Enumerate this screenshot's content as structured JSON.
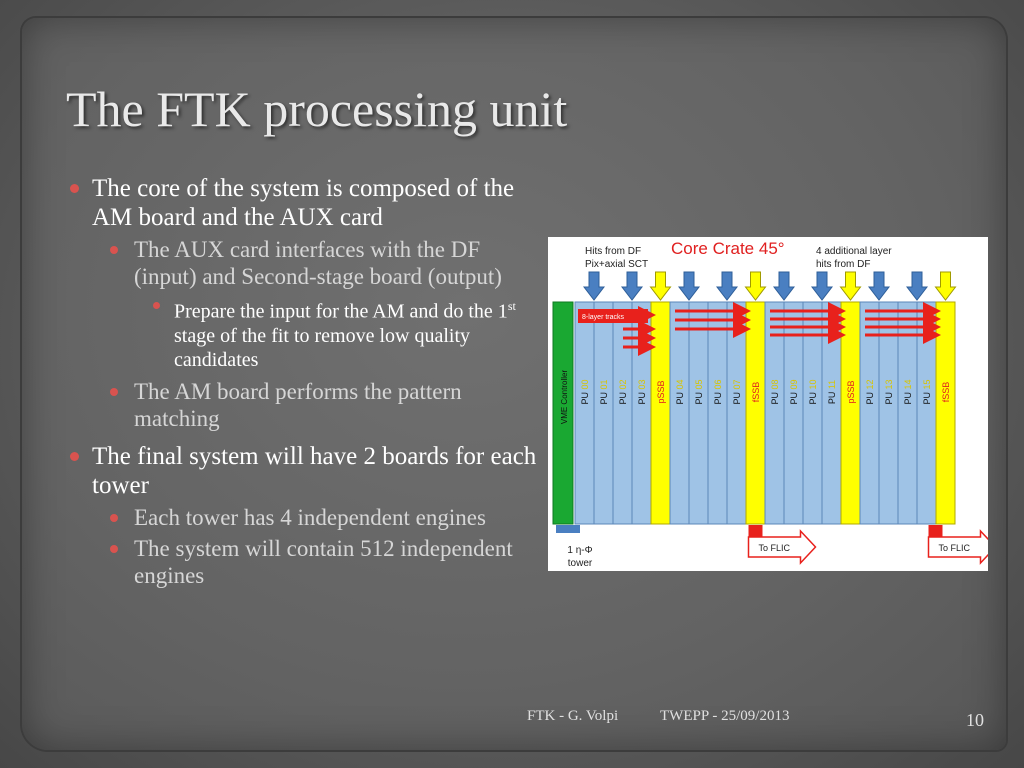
{
  "slide": {
    "title": "The FTK processing unit",
    "bullets": {
      "b1": "The core of the system is composed of the AM board and the AUX card",
      "b1_1": "The AUX card interfaces with the DF (input) and Second-stage board (output)",
      "b1_1_1_pre": "Prepare the input for the AM and do the 1",
      "b1_1_1_sup": "st",
      "b1_1_1_post": " stage of the fit to remove low quality candidates",
      "b1_2": "The AM board performs the pattern matching",
      "b2": "The final system will have 2 boards for each tower",
      "b2_1": "Each tower has 4 independent engines",
      "b2_2": "The system will contain 512 independent engines"
    },
    "footer": {
      "author": "FTK - G. Volpi",
      "conference": "TWEPP - 25/09/2013",
      "page": "10"
    }
  },
  "diagram": {
    "title": "Core Crate 45°",
    "label_hits_df_1": "Hits from DF",
    "label_hits_df_2": "Pix+axial SCT",
    "label_additional_1": "4 additional layer",
    "label_additional_2": "hits from DF",
    "vme_controller": "VME Controller",
    "tracks_label": "8-layer tracks",
    "slots": [
      {
        "type": "PU",
        "label": "PU 00",
        "pre": "PU",
        "num": "00"
      },
      {
        "type": "PU",
        "label": "PU 01",
        "pre": "PU",
        "num": "01"
      },
      {
        "type": "PU",
        "label": "PU 02",
        "pre": "PU",
        "num": "02"
      },
      {
        "type": "PU",
        "label": "PU 03",
        "pre": "PU",
        "num": "03"
      },
      {
        "type": "SSB",
        "label": "pSSB"
      },
      {
        "type": "PU",
        "label": "PU 04",
        "pre": "PU",
        "num": "04"
      },
      {
        "type": "PU",
        "label": "PU 05",
        "pre": "PU",
        "num": "05"
      },
      {
        "type": "PU",
        "label": "PU 06",
        "pre": "PU",
        "num": "06"
      },
      {
        "type": "PU",
        "label": "PU 07",
        "pre": "PU",
        "num": "07"
      },
      {
        "type": "SSB",
        "label": "fSSB"
      },
      {
        "type": "PU",
        "label": "PU 08",
        "pre": "PU",
        "num": "08"
      },
      {
        "type": "PU",
        "label": "PU 09",
        "pre": "PU",
        "num": "09"
      },
      {
        "type": "PU",
        "label": "PU 10",
        "pre": "PU",
        "num": "10"
      },
      {
        "type": "PU",
        "label": "PU 11",
        "pre": "PU",
        "num": "11"
      },
      {
        "type": "SSB",
        "label": "pSSB"
      },
      {
        "type": "PU",
        "label": "PU 12",
        "pre": "PU",
        "num": "12"
      },
      {
        "type": "PU",
        "label": "PU 13",
        "pre": "PU",
        "num": "13"
      },
      {
        "type": "PU",
        "label": "PU 14",
        "pre": "PU",
        "num": "14"
      },
      {
        "type": "PU",
        "label": "PU 15",
        "pre": "PU",
        "num": "15"
      },
      {
        "type": "SSB",
        "label": "fSSB"
      }
    ],
    "tower_label_1": "1 η-Φ",
    "tower_label_2": "tower",
    "to_flic_1": "To FLIC",
    "to_flic_2": "To FLIC",
    "colors": {
      "pu_fill": "#9fc3e6",
      "pu_stroke": "#5b87b8",
      "ssb_fill": "#ffff00",
      "vme_fill": "#1aa832",
      "title_red": "#e02020",
      "arrow_blue": "#4a7fc1",
      "arrow_red": "#e8211c",
      "slot_num_yellow": "#d8c400",
      "ssb_text_red": "#e02020"
    }
  }
}
